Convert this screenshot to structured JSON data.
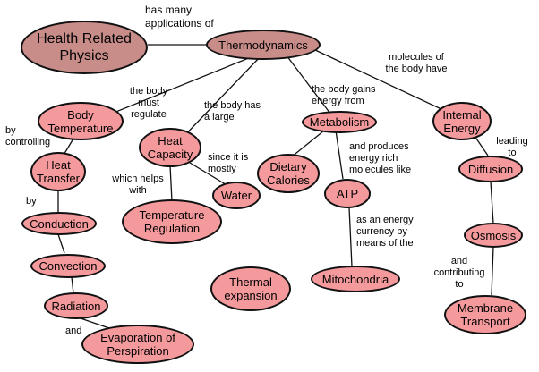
{
  "colors": {
    "node_fill": "#f59a9c",
    "root_fill": "#c98d89",
    "line": "#111111",
    "background": "#ffffff"
  },
  "nodes": {
    "health_related_physics": "Health Related\nPhysics",
    "thermodynamics": "Thermodynamics",
    "body_temperature": "Body\nTemperature",
    "heat_capacity": "Heat\nCapacity",
    "metabolism": "Metabolism",
    "internal_energy": "Internal\nEnergy",
    "heat_transfer": "Heat\nTransfer",
    "conduction": "Conduction",
    "convection": "Convection",
    "radiation": "Radiation",
    "evaporation": "Evaporation of\nPerspiration",
    "temperature_regulation": "Temperature\nRegulation",
    "water": "Water",
    "dietary_calories": "Dietary\nCalories",
    "atp": "ATP",
    "mitochondria": "Mitochondria",
    "diffusion": "Diffusion",
    "osmosis": "Osmosis",
    "membrane_transport": "Membrane\nTransport",
    "thermal_expansion": "Thermal\nexpansion"
  },
  "links": {
    "has_many_applications": "has many\napplications of",
    "body_must_regulate": "the body\nmust\nregulate",
    "body_has_large": "the body has\na large",
    "body_gains_energy": "the body gains\nenergy from",
    "molecules_have": "molecules of\nthe body have",
    "by_controlling": "by\ncontrolling",
    "by": "by",
    "and": "and",
    "which_helps_with": "which helps\nwith",
    "since_mostly": "since it is\nmostly",
    "produces_atp": "and produces\nenergy rich\nmolecules like",
    "energy_currency": "as an energy\ncurrency by\nmeans of the",
    "leading_to": "leading\nto",
    "and_contributing_to": "and\ncontributing\nto"
  }
}
